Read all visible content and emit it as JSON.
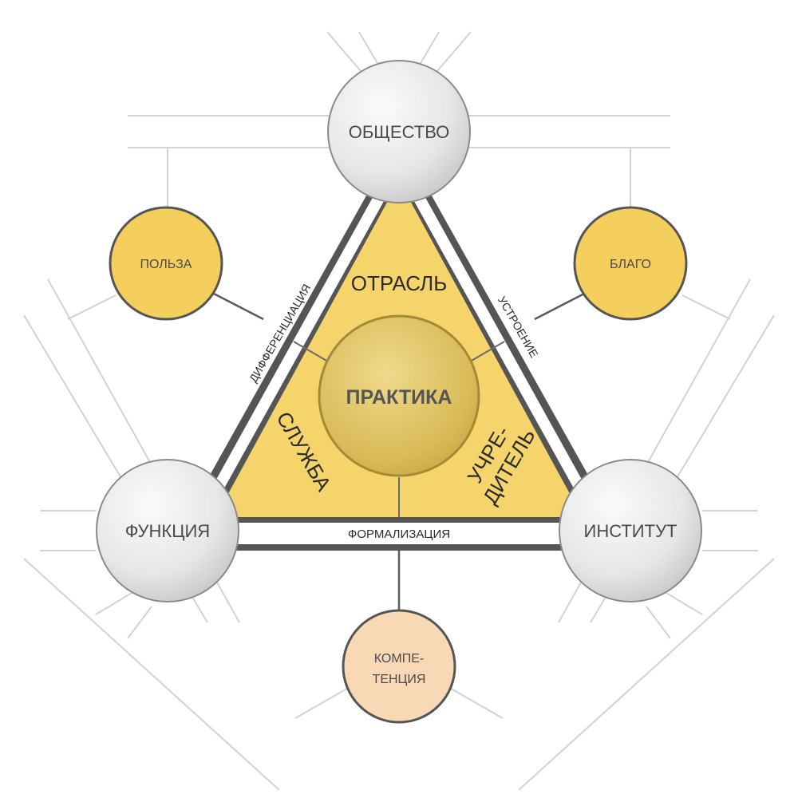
{
  "diagram": {
    "nodes": {
      "society": "ОБЩЕСТВО",
      "function": "ФУНКЦИЯ",
      "institute": "ИНСТИТУТ",
      "benefit": "ПОЛЬЗА",
      "good": "БЛАГО",
      "competence_line1": "КОМПЕ-",
      "competence_line2": "ТЕНЦИЯ",
      "practice": "ПРАКТИКА"
    },
    "sectors": {
      "branch": "ОТРАСЛЬ",
      "service": "СЛУЖБА",
      "founder_line1": "УЧРЕ-",
      "founder_line2": "ДИТЕЛЬ"
    },
    "edges": {
      "left": "ДИФФЕРЕНЦИАЦИЯ",
      "right": "УСТРОЕНИЕ",
      "bottom": "ФОРМАЛИЗАЦИЯ"
    },
    "colors": {
      "triangle_fill": "#f6d46c",
      "yellow_circle": "#f5cf5e",
      "competence_circle": "#f9d9b5",
      "gray_circle": "#e2e2e2",
      "practice_circle": "#d8b850"
    }
  }
}
